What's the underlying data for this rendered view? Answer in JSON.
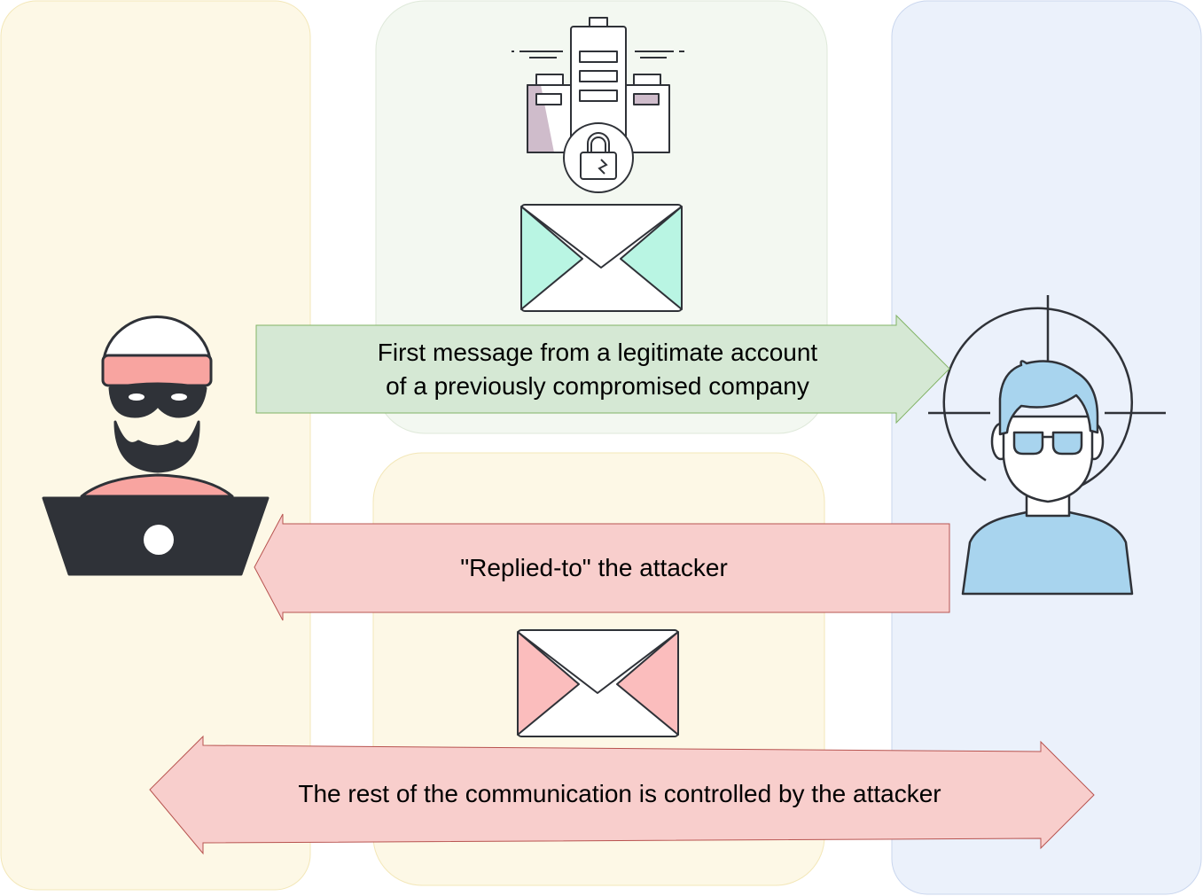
{
  "diagram": {
    "arrows": {
      "first_message": {
        "lines": [
          "First message from a legitimate account",
          "of a previously compromised company"
        ]
      },
      "reply": {
        "text": "\"Replied-to\" the attacker"
      },
      "rest": {
        "text": "The rest of the communication is controlled by the attacker"
      }
    },
    "colors": {
      "attacker_lane": "#fdf8e6",
      "company_lane": "#f3f8f1",
      "reply_lane": "#fdf8e6",
      "victim_lane": "#ebf1fb",
      "arrow_green_fill": "#d5e8d4",
      "arrow_green_stroke": "#82b366",
      "arrow_red_fill": "#f8cecc",
      "arrow_red_stroke": "#b85450",
      "envelope_green": "#b9f5e3",
      "envelope_red": "#fbbdbd",
      "victim_blue": "#a8d4ee",
      "attacker_pink": "#f8a4a0",
      "dark": "#2f3238"
    },
    "icons": [
      "attacker-hacker-icon",
      "compromised-company-building-icon",
      "broken-lock-icon",
      "email-envelope-icon",
      "targeted-victim-icon"
    ]
  }
}
